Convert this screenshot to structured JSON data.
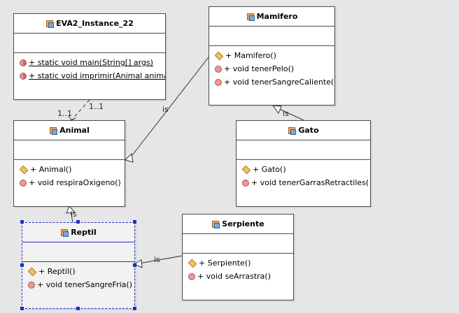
{
  "classes": {
    "eva2": {
      "name": "EVA2_Instance_22",
      "operations": [
        {
          "icon": "static-method-icon",
          "text": "+ static void main(String[] args)",
          "static": true
        },
        {
          "icon": "static-method-icon",
          "text": "+ static void imprimir(Animal anima",
          "static": true
        }
      ]
    },
    "mamifero": {
      "name": "Mamifero",
      "operations": [
        {
          "icon": "constructor-icon",
          "text": "+ Mamifero()"
        },
        {
          "icon": "method-icon",
          "text": "+ void tenerPelo()"
        },
        {
          "icon": "method-icon",
          "text": "+ void tenerSangreCaliente("
        }
      ]
    },
    "animal": {
      "name": "Animal",
      "operations": [
        {
          "icon": "constructor-icon",
          "text": "+ Animal()"
        },
        {
          "icon": "method-icon",
          "text": "+ void respiraOxigeno()"
        }
      ]
    },
    "gato": {
      "name": "Gato",
      "operations": [
        {
          "icon": "constructor-icon",
          "text": "+ Gato()"
        },
        {
          "icon": "method-icon",
          "text": "+ void tenerGarrasRetractiles("
        }
      ]
    },
    "reptil": {
      "name": "Reptil",
      "operations": [
        {
          "icon": "constructor-icon",
          "text": "+ Reptil()"
        },
        {
          "icon": "method-icon",
          "text": "+ void tenerSangreFria()"
        }
      ]
    },
    "serpiente": {
      "name": "Serpiente",
      "operations": [
        {
          "icon": "constructor-icon",
          "text": "+ Serpiente()"
        },
        {
          "icon": "method-icon",
          "text": "+ void seArrastra()"
        }
      ]
    }
  },
  "labels": {
    "mult_source": "1..1",
    "mult_target": "1..1",
    "is_mamifero_animal": "is",
    "is_gato_mamifero": "is",
    "is_reptil_animal": "is",
    "is_serpiente_reptil": "is"
  }
}
